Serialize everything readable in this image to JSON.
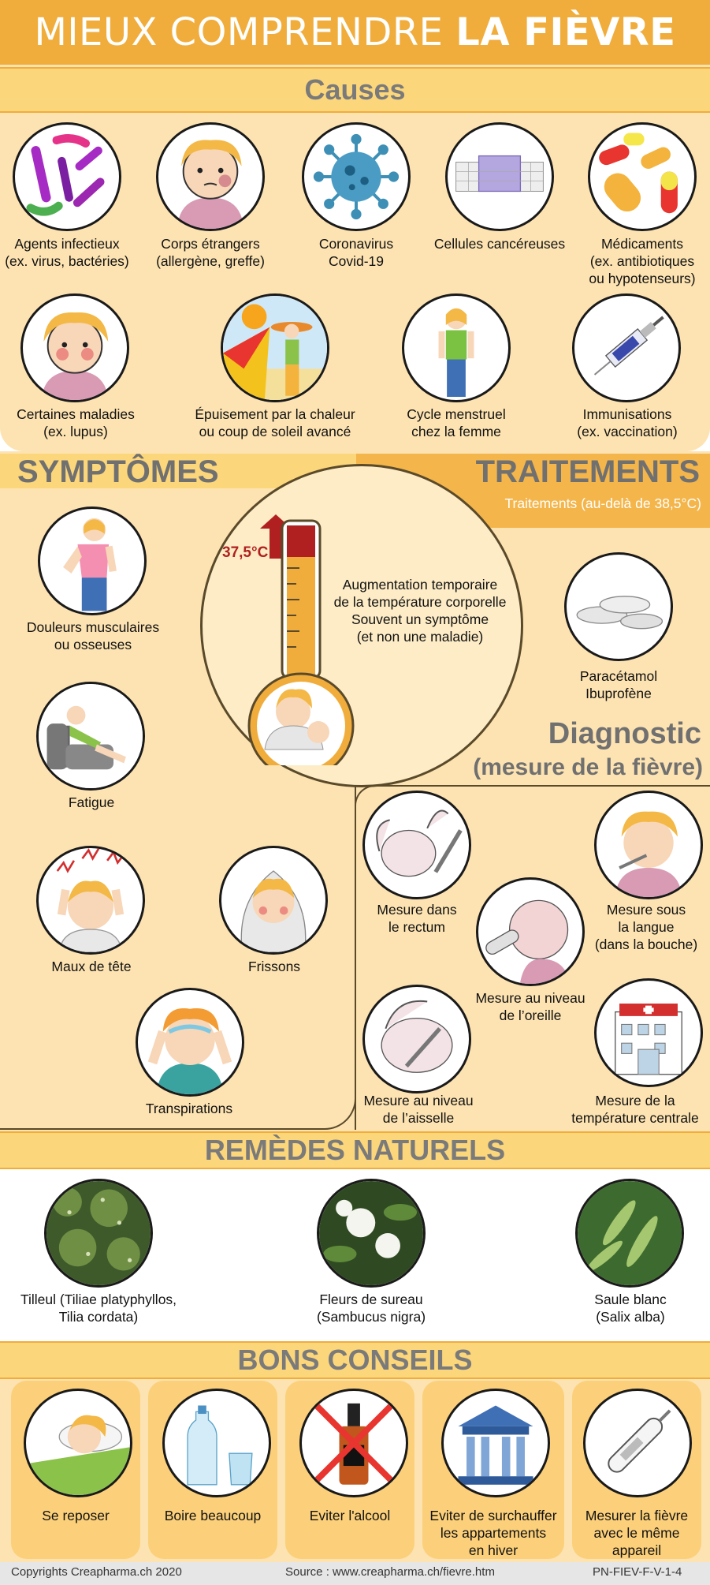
{
  "title": {
    "light": "MIEUX COMPRENDRE",
    "bold": "LA FIÈVRE"
  },
  "causes": {
    "heading": "Causes",
    "items": [
      {
        "icon": "bacteria-icon",
        "lines": [
          "Agents infectieux",
          "(ex. virus, bactéries)"
        ]
      },
      {
        "icon": "allergy-child-icon",
        "lines": [
          "Corps étrangers",
          "(allergène, greffe)"
        ]
      },
      {
        "icon": "coronavirus-icon",
        "lines": [
          "Coronavirus",
          "Covid-19"
        ]
      },
      {
        "icon": "cancer-cells-icon",
        "lines": [
          "Cellules cancéreuses"
        ]
      },
      {
        "icon": "pills-icon",
        "lines": [
          "Médicaments",
          "(ex. antibiotiques",
          "ou hypotenseurs)"
        ]
      },
      {
        "icon": "sick-child-icon",
        "lines": [
          "Certaines maladies",
          "(ex. lupus)"
        ]
      },
      {
        "icon": "beach-sun-icon",
        "lines": [
          "Épuisement par la chaleur",
          "ou coup de soleil avancé"
        ]
      },
      {
        "icon": "woman-icon",
        "lines": [
          "Cycle menstruel",
          "chez la femme"
        ]
      },
      {
        "icon": "syringe-icon",
        "lines": [
          "Immunisations",
          "(ex. vaccination)"
        ]
      }
    ]
  },
  "symptomes": {
    "heading": "SYMPTÔMES",
    "items": [
      {
        "icon": "muscle-pain-icon",
        "lines": [
          "Douleurs musculaires",
          "ou osseuses"
        ]
      },
      {
        "icon": "fatigue-icon",
        "lines": [
          "Fatigue"
        ]
      },
      {
        "icon": "headache-icon",
        "lines": [
          "Maux de tête"
        ]
      },
      {
        "icon": "chills-icon",
        "lines": [
          "Frissons"
        ]
      },
      {
        "icon": "sweating-icon",
        "lines": [
          "Transpirations"
        ]
      }
    ]
  },
  "center": {
    "temp_label": "37,5°C",
    "lines": [
      "Augmentation temporaire",
      "de la température corporelle",
      "Souvent un symptôme",
      "(et non une maladie)"
    ]
  },
  "traitements": {
    "heading": "TRAITEMENTS",
    "subheading": "Traitements (au-delà de 38,5°C)",
    "items": [
      {
        "icon": "tablets-icon",
        "lines": [
          "Paracétamol",
          "Ibuprofène"
        ]
      }
    ]
  },
  "diagnostic": {
    "heading": "Diagnostic",
    "subheading": "(mesure de la fièvre)",
    "items": [
      {
        "icon": "rectal-thermometer-icon",
        "lines": [
          "Mesure dans",
          "le rectum"
        ]
      },
      {
        "icon": "oral-thermometer-icon",
        "lines": [
          "Mesure sous",
          "la langue",
          "(dans la bouche)"
        ]
      },
      {
        "icon": "ear-thermometer-icon",
        "lines": [
          "Mesure au niveau",
          "de l’oreille"
        ]
      },
      {
        "icon": "armpit-thermometer-icon",
        "lines": [
          "Mesure au niveau",
          "de l’aisselle"
        ]
      },
      {
        "icon": "hospital-icon",
        "lines": [
          "Mesure de la",
          "température centrale"
        ]
      }
    ]
  },
  "remedes": {
    "heading": "REMÈDES NATURELS",
    "items": [
      {
        "icon": "linden-tree-icon",
        "lines": [
          "Tilleul (Tiliae platyphyllos,",
          "Tilia cordata)"
        ]
      },
      {
        "icon": "elderflower-icon",
        "lines": [
          "Fleurs de sureau",
          "(Sambucus nigra)"
        ]
      },
      {
        "icon": "willow-leaf-icon",
        "lines": [
          "Saule blanc",
          "(Salix alba)"
        ]
      }
    ]
  },
  "conseils": {
    "heading": "BONS CONSEILS",
    "items": [
      {
        "icon": "sleeping-child-icon",
        "lines": [
          "Se reposer"
        ]
      },
      {
        "icon": "water-bottle-icon",
        "lines": [
          "Boire beaucoup"
        ]
      },
      {
        "icon": "no-alcohol-icon",
        "lines": [
          "Eviter l'alcool"
        ]
      },
      {
        "icon": "building-icon",
        "lines": [
          "Eviter de surchauffer",
          "les appartements",
          "en hiver"
        ]
      },
      {
        "icon": "digital-thermometer-icon",
        "lines": [
          "Mesurer la fièvre",
          "avec le même",
          "appareil"
        ]
      }
    ]
  },
  "footer": {
    "copyright": "Copyrights Creapharma.ch 2020",
    "source": "Source : www.creapharma.ch/fievre.htm",
    "code": "PN-FIEV-F-V-1-4"
  },
  "colors": {
    "orange": "#f0ad3c",
    "band": "#fcd67a",
    "cream": "#fde3b2",
    "heading_gray": "#707070"
  }
}
